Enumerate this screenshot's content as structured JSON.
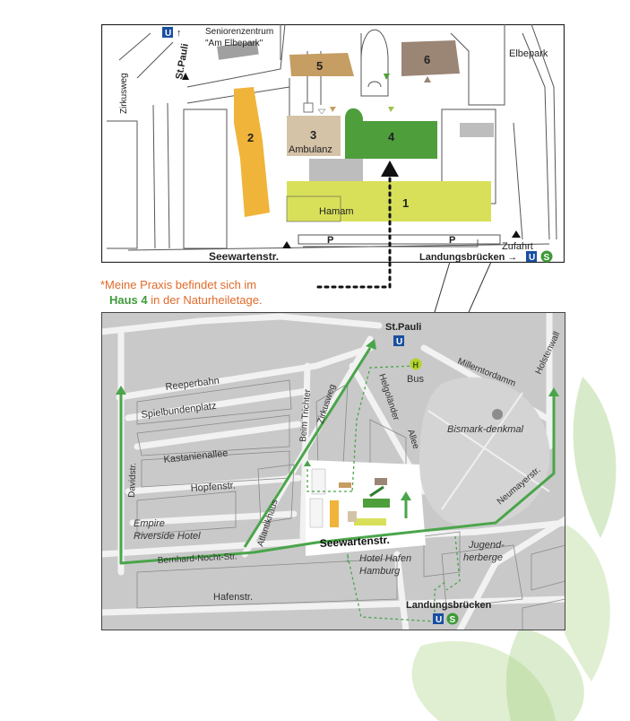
{
  "top_map": {
    "labels": {
      "seniorenzentrum_1": "Seniorenzentrum",
      "seniorenzentrum_2": "\"Am Elbepark\"",
      "elbepark": "Elbepark",
      "zirkusweg": "Zirkusweg",
      "stpauli": "St.Pauli",
      "ubahn_symbol": "U",
      "arrow_up": "↑",
      "ambulanz": "Ambulanz",
      "hamam": "Hamam",
      "parking": "P",
      "zufahrt": "Zufahrt",
      "seewartenstr": "Seewartenstr.",
      "landungsbruecken": "Landungsbrücken →",
      "sbahn_symbol": "S"
    },
    "buildings": [
      {
        "number": "1",
        "color": "#d8e05a"
      },
      {
        "number": "2",
        "color": "#f0b43a"
      },
      {
        "number": "3",
        "color": "#d5c3a8"
      },
      {
        "number": "4",
        "color": "#4e9e3c"
      },
      {
        "number": "5",
        "color": "#c69d62"
      },
      {
        "number": "6",
        "color": "#9b8575"
      }
    ]
  },
  "note": {
    "line1": "*Meine Praxis befindet sich im",
    "haus": "Haus 4",
    "line2_rest": " in der Naturheiletage."
  },
  "bottom_map": {
    "labels": {
      "reeperbahn": "Reeperbahn",
      "spielbudenplatz": "Spielbundenplatz",
      "kastanienallee": "Kastanienallee",
      "hopfenstr": "Hopfenstr.",
      "davidstr": "Davidstr.",
      "empire": "Empire",
      "riverside": "Riverside Hotel",
      "bernhard": "Bernhard-Nocht-Str.",
      "hafenstr": "Hafenstr.",
      "atlantikhaus": "Atlantikhaus",
      "beim_trichter": "Beim Trichter",
      "zirkusweg": "Zirkusweg",
      "stpauli": "St.Pauli",
      "ubahn_symbol": "U",
      "bus_symbol": "H",
      "bus": "Bus",
      "helgolaender": "Helgoländer",
      "allee": "Allee",
      "millerntordamm": "Millerntordamm",
      "holstenwall": "Holstenwall",
      "bismark": "Bismark-denkmal",
      "neumayerstr": "Neumayerstr.",
      "seewartenstr": "Seewartenstr.",
      "jugend1": "Jugend-",
      "jugend2": "herberge",
      "hotel1": "Hotel Hafen",
      "hotel2": "Hamburg",
      "landungsbruecken": "Landungsbrücken",
      "sbahn_symbol": "S"
    },
    "colors": {
      "route": "#4aa54a",
      "ubahn": "#1a4fa0",
      "sbahn": "#3f9a3a",
      "bus": "#b7d12a"
    }
  }
}
